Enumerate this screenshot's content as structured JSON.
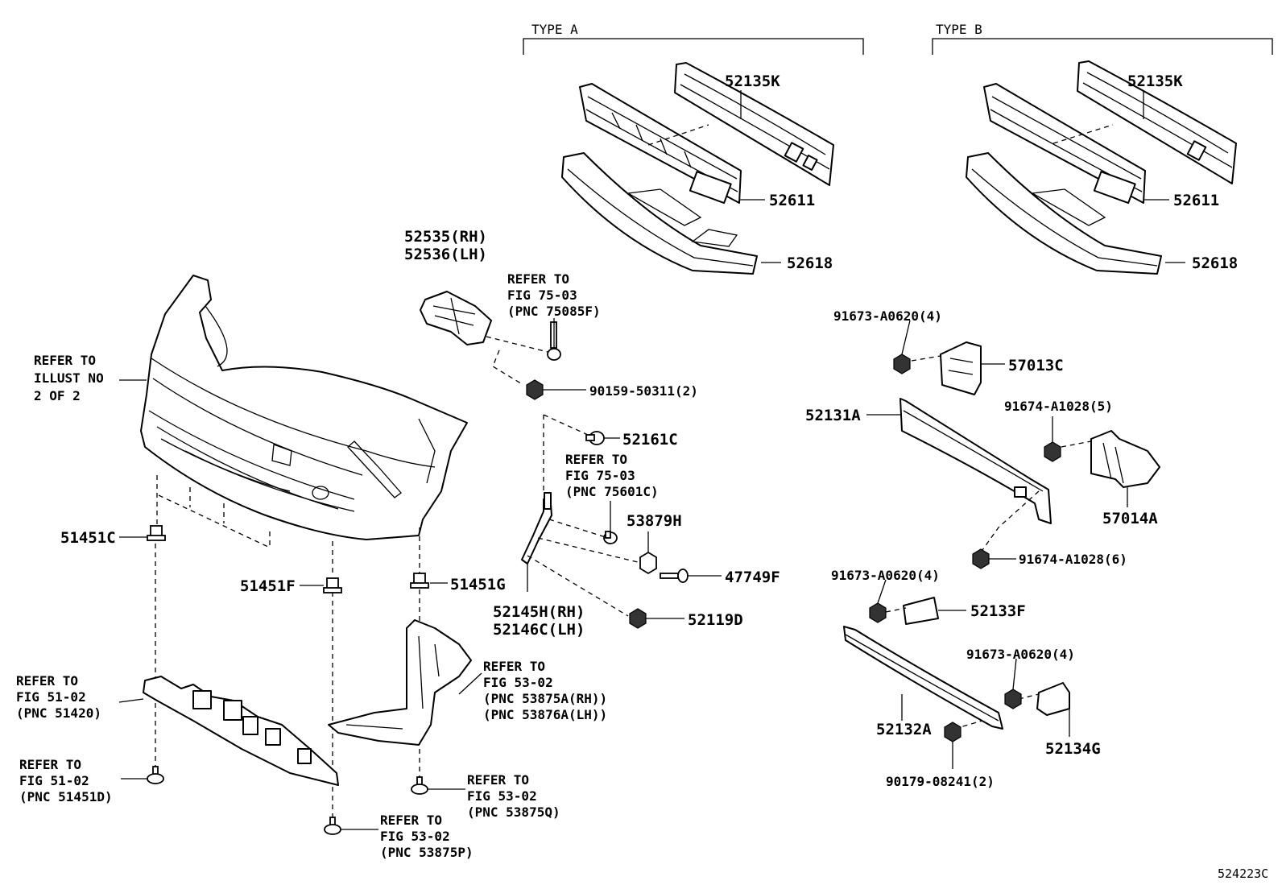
{
  "diagram": {
    "groups": {
      "type_a": "TYPE A",
      "type_b": "TYPE B"
    },
    "part_numbers": {
      "p52135k_a": "52135K",
      "p52611_a": "52611",
      "p52618_a": "52618",
      "p52135k_b": "52135K",
      "p52611_b": "52611",
      "p52618_b": "52618",
      "p52535": "52535(RH)",
      "p52536": "52536(LH)",
      "p90159": "90159-50311(2)",
      "p52161c": "52161C",
      "p53879h": "53879H",
      "p47749f": "47749F",
      "p52119d": "52119D",
      "p52145h": "52145H(RH)",
      "p52146c": "52146C(LH)",
      "p51451c": "51451C",
      "p51451f": "51451F",
      "p51451g": "51451G",
      "p91673_1": "91673-A0620(4)",
      "p57013c": "57013C",
      "p52131a": "52131A",
      "p91674_5": "91674-A1028(5)",
      "p57014a": "57014A",
      "p91674_6": "91674-A1028(6)",
      "p91673_2": "91673-A0620(4)",
      "p52133f": "52133F",
      "p91673_3": "91673-A0620(4)",
      "p52132a": "52132A",
      "p52134g": "52134G",
      "p90179": "90179-08241(2)"
    },
    "references": {
      "ref_illust": [
        "REFER TO",
        "ILLUST NO",
        "2 OF 2"
      ],
      "ref_75085f": [
        "REFER TO",
        "FIG 75-03",
        "(PNC 75085F)"
      ],
      "ref_75601c": [
        "REFER TO",
        "FIG 75-03",
        "(PNC 75601C)"
      ],
      "ref_53875a": [
        "REFER TO",
        "FIG 53-02",
        "(PNC 53875A(RH))",
        "(PNC 53876A(LH))"
      ],
      "ref_51420": [
        "REFER TO",
        "FIG 51-02",
        "(PNC 51420)"
      ],
      "ref_51451d": [
        "REFER TO",
        "FIG 51-02",
        "(PNC 51451D)"
      ],
      "ref_53875q": [
        "REFER TO",
        "FIG 53-02",
        "(PNC 53875Q)"
      ],
      "ref_53875p": [
        "REFER TO",
        "FIG 53-02",
        "(PNC 53875P)"
      ]
    },
    "illustration_id": "524223C"
  }
}
